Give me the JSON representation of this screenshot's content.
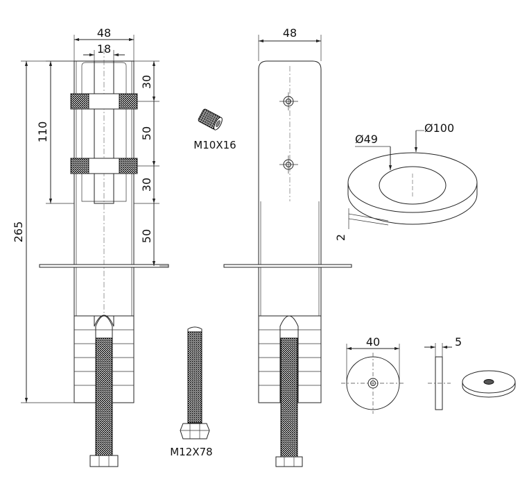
{
  "dimensions": {
    "width_48_left": "48",
    "width_18": "18",
    "height_110": "110",
    "height_265": "265",
    "seg_30_top": "30",
    "seg_50_mid": "50",
    "seg_30_low": "30",
    "seg_50_bottom": "50",
    "width_48_right": "48",
    "plate_outer": "Ø100",
    "plate_inner": "Ø49",
    "plate_thickness": "2",
    "washer_dia": "40",
    "washer_thickness": "5"
  },
  "parts": {
    "insert_label": "M10X16",
    "bolt_label": "M12X78"
  }
}
